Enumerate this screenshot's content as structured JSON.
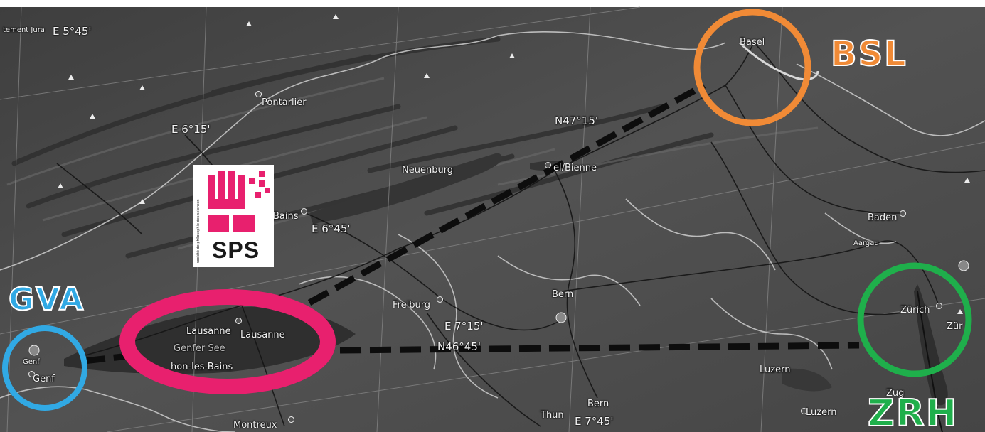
{
  "colors": {
    "map_bg": "#4a4a4a",
    "bsl": "#f08a36",
    "gva": "#31a9e4",
    "zrh": "#1faf4b",
    "venue": "#e8206e",
    "route": "#0d0d0d"
  },
  "codes": {
    "bsl": "BSL",
    "gva": "GVA",
    "zrh": "ZRH"
  },
  "logo": {
    "text": "SPS",
    "vertical_text": "société de philosophie des sciences"
  },
  "coords": {
    "e545": "E 5°45'",
    "e615": "E 6°15'",
    "e645": "E 6°45'",
    "e715": "E 7°15'",
    "e745": "E 7°45'",
    "n4715": "N47°15'",
    "n4645": "N46°45'"
  },
  "places": {
    "jura": "tement Jura",
    "pontarlier": "Pontarlier",
    "basel": "Basel",
    "neuenburg": "Neuenburg",
    "biel": "el/Bienne",
    "bains": "Bains",
    "baden": "Baden",
    "aargau": "Aargau",
    "bern": "Bern",
    "bern2": "Bern",
    "freiburg": "Freiburg",
    "lausanne1": "Lausanne",
    "lausanne2": "Lausanne",
    "genfer_see": "Genfer See",
    "thonon": "hon-les-Bains",
    "genf1": "Genf",
    "genf2": "Genf",
    "zurich": "Zürich",
    "zur": "Zür",
    "luzern1": "Luzern",
    "luzern2": "Luzern",
    "zug": "Zug",
    "thun": "Thun",
    "montreux": "Montreux"
  }
}
